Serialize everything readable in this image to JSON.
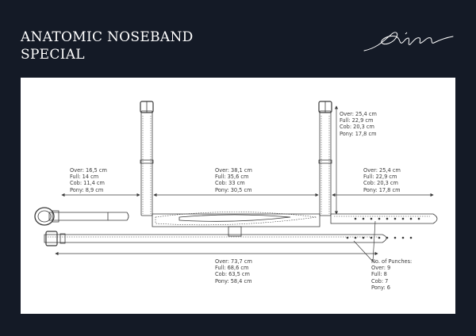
{
  "title": {
    "line1": "ANATOMIC NOSEBAND",
    "line2": "SPECIAL"
  },
  "logo_icon": "dyon-signature-logo",
  "colors": {
    "background": "#141a26",
    "panel": "#ffffff",
    "line": "#3a3a3a"
  },
  "measurements": {
    "cheek_left": [
      "Over: 16,5 cm",
      "Full: 14 cm",
      "Cob: 11,4 cm",
      "Pony: 8,9 cm"
    ],
    "noseband_center": [
      "Over: 38,1 cm",
      "Full: 35,6 cm",
      "Cob: 33 cm",
      "Pony: 30,5 cm"
    ],
    "buckle_strap_vertical": [
      "Over: 25,4 cm",
      "Full: 22,9 cm",
      "Cob: 20,3 cm",
      "Pony: 17,8 cm"
    ],
    "strap_right": [
      "Over: 25,4 cm",
      "Full: 22,9 cm",
      "Cob: 20,3 cm",
      "Pony: 17,8 cm"
    ],
    "total_length": [
      "Over: 73,7 cm",
      "Full: 68,6 cm",
      "Cob: 63,5 cm",
      "Pony: 58,4 cm"
    ],
    "punches": [
      "No. of Punches:",
      "Over: 9",
      "Full: 8",
      "Cob: 7",
      "Pony: 6"
    ]
  }
}
